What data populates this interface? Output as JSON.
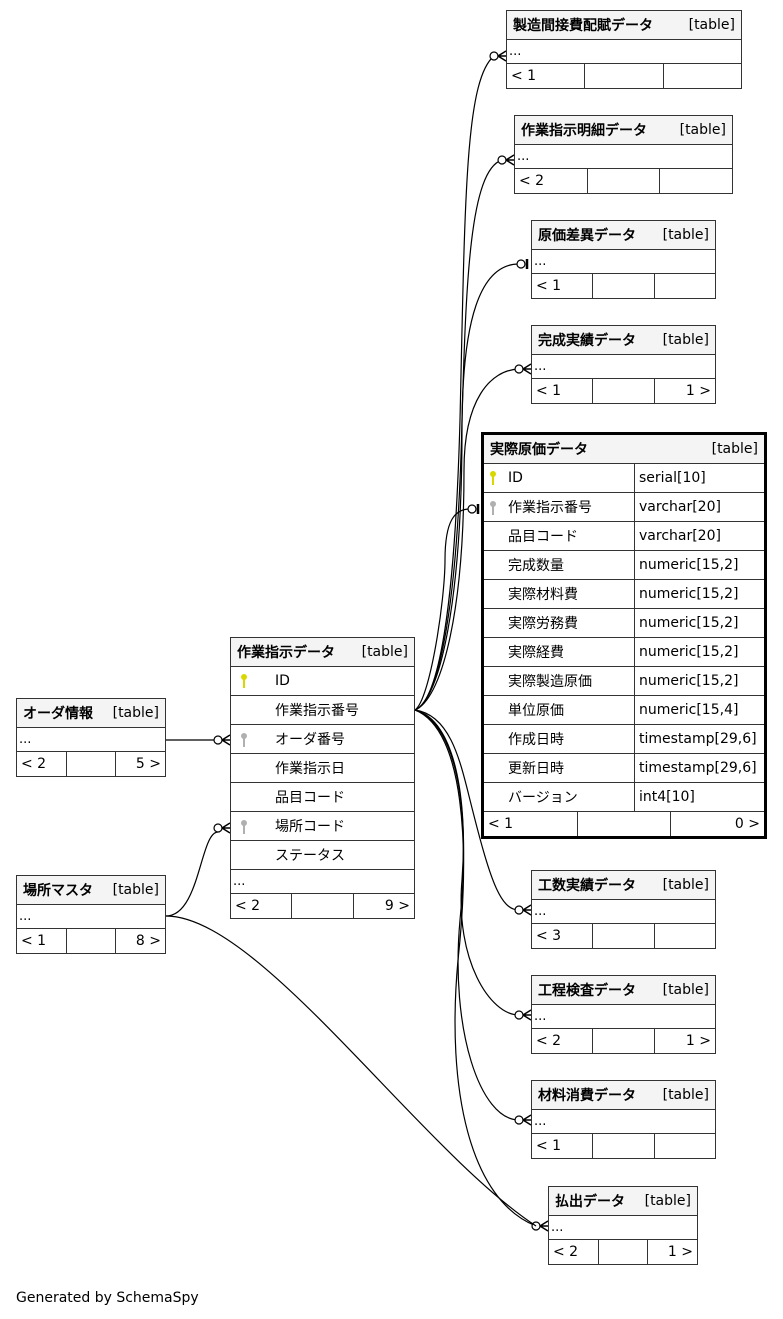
{
  "table_kind": "[table]",
  "ellipsis": "...",
  "tables": {
    "seizo_kansetsu": {
      "name": "製造間接費配賦データ",
      "parents": "< 1",
      "children": ""
    },
    "sagyo_meisai": {
      "name": "作業指示明細データ",
      "parents": "< 2",
      "children": ""
    },
    "genka_sai": {
      "name": "原価差異データ",
      "parents": "< 1",
      "children": ""
    },
    "kansei_jisseki": {
      "name": "完成実績データ",
      "parents": "< 1",
      "children": "1 >"
    },
    "jissai_genka": {
      "name": "実際原価データ",
      "parents": "< 1",
      "children": "0 >",
      "columns": [
        {
          "name": "ID",
          "type": "serial[10]",
          "key": "pk"
        },
        {
          "name": "作業指示番号",
          "type": "varchar[20]",
          "key": "fk"
        },
        {
          "name": "品目コード",
          "type": "varchar[20]",
          "key": ""
        },
        {
          "name": "完成数量",
          "type": "numeric[15,2]",
          "key": ""
        },
        {
          "name": "実際材料費",
          "type": "numeric[15,2]",
          "key": ""
        },
        {
          "name": "実際労務費",
          "type": "numeric[15,2]",
          "key": ""
        },
        {
          "name": "実際経費",
          "type": "numeric[15,2]",
          "key": ""
        },
        {
          "name": "実際製造原価",
          "type": "numeric[15,2]",
          "key": ""
        },
        {
          "name": "単位原価",
          "type": "numeric[15,4]",
          "key": ""
        },
        {
          "name": "作成日時",
          "type": "timestamp[29,6]",
          "key": ""
        },
        {
          "name": "更新日時",
          "type": "timestamp[29,6]",
          "key": ""
        },
        {
          "name": "バージョン",
          "type": "int4[10]",
          "key": ""
        }
      ]
    },
    "sagyo_shiji": {
      "name": "作業指示データ",
      "parents": "< 2",
      "children": "9 >",
      "columns": [
        {
          "name": "ID",
          "key": "pk"
        },
        {
          "name": "作業指示番号",
          "key": ""
        },
        {
          "name": "オーダ番号",
          "key": "fk"
        },
        {
          "name": "作業指示日",
          "key": ""
        },
        {
          "name": "品目コード",
          "key": ""
        },
        {
          "name": "場所コード",
          "key": "fk"
        },
        {
          "name": "ステータス",
          "key": ""
        }
      ]
    },
    "order_joho": {
      "name": "オーダ情報",
      "parents": "< 2",
      "children": "5 >"
    },
    "basho_master": {
      "name": "場所マスタ",
      "parents": "< 1",
      "children": "8 >"
    },
    "kosu_jisseki": {
      "name": "工数実績データ",
      "parents": "< 3",
      "children": ""
    },
    "kotei_kensa": {
      "name": "工程検査データ",
      "parents": "< 2",
      "children": "1 >"
    },
    "zairyo_shohi": {
      "name": "材料消費データ",
      "parents": "< 1",
      "children": ""
    },
    "haraidashi": {
      "name": "払出データ",
      "parents": "< 2",
      "children": "1 >"
    }
  },
  "footer": "Generated by SchemaSpy",
  "colors": {
    "pk_key": "#d8d800",
    "fk_key": "#b0b0b0",
    "header_bg": "#f4f4f4",
    "line": "#000000"
  }
}
